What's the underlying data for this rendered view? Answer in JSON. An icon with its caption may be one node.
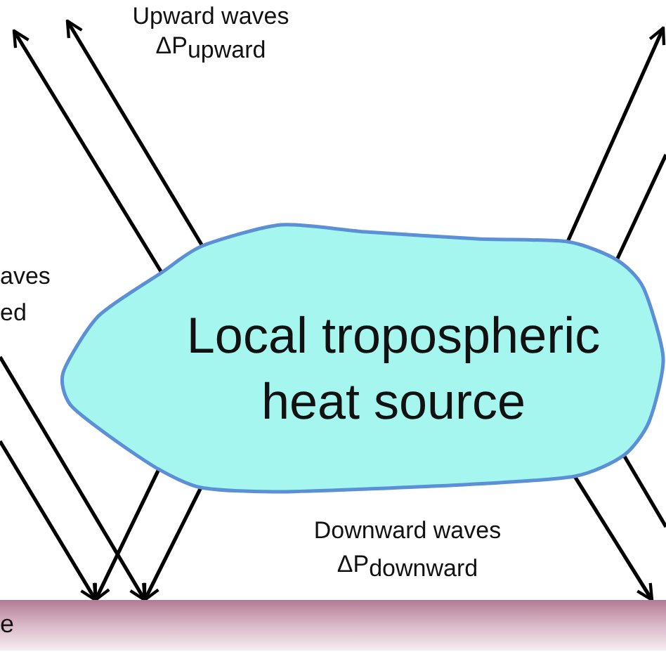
{
  "diagram": {
    "nodes": [
      {
        "text": [
          "Local tropospheric heat source"
        ]
      },
      {
        "text": [
          "e"
        ]
      }
    ],
    "edges": [
      {
        "from": 0,
        "to": null,
        "arrow": "to"
      },
      {
        "from": 0,
        "to": null,
        "arrow": "to"
      },
      {
        "from": 0,
        "to": null,
        "arrow": "to"
      },
      {
        "from": 0,
        "to": null,
        "arrow": "none"
      },
      {
        "from": 0,
        "to": 1,
        "arrow": "to"
      },
      {
        "from": 0,
        "to": 1,
        "arrow": "to"
      },
      {
        "from": null,
        "to": 1,
        "arrow": "to"
      },
      {
        "from": null,
        "to": 1,
        "arrow": "to"
      },
      {
        "from": 0,
        "to": 1,
        "arrow": "to"
      },
      {
        "from": 0,
        "to": null,
        "arrow": "none"
      }
    ],
    "labels": [
      "Upward waves",
      "ΔP$_{upward}$",
      "aves",
      "ed",
      "Downward waves",
      "ΔP$_{downward}$"
    ]
  }
}
